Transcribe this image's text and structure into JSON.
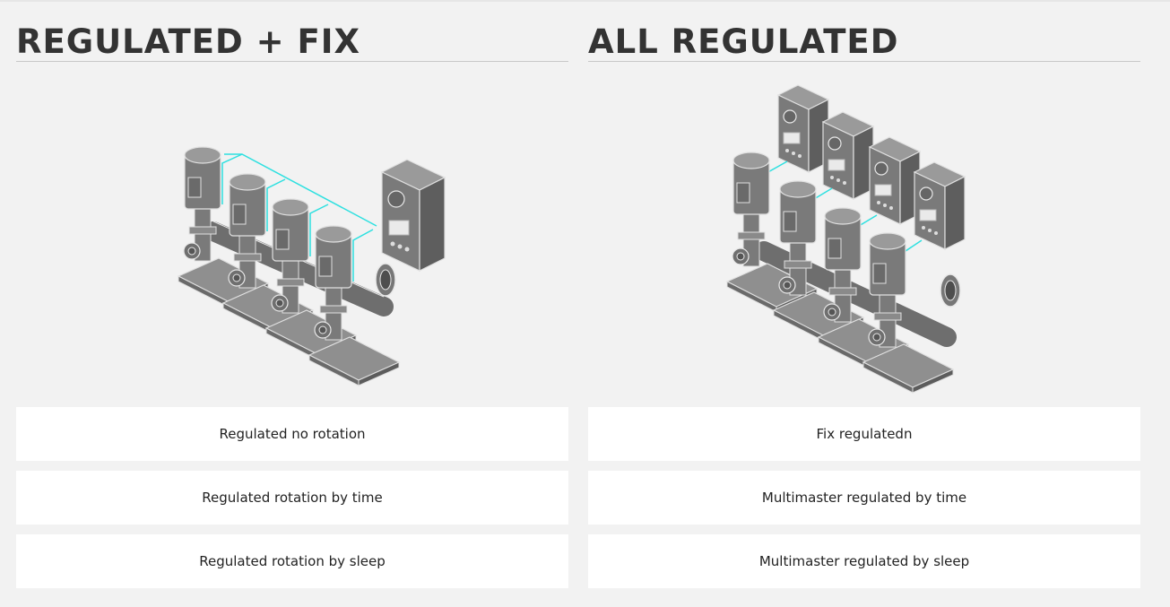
{
  "left": {
    "title": "REGULATED + FIX",
    "options": [
      "Regulated no rotation",
      "Regulated rotation by time",
      "Regulated rotation by sleep"
    ]
  },
  "right": {
    "title": "ALL REGULATED",
    "options": [
      "Fix regulatedn",
      "Multimaster regulated by time",
      "Multimaster regulated by sleep"
    ]
  },
  "colors": {
    "background": "#f2f2f2",
    "title": "#333333",
    "pump_body": "#7a7a7a",
    "pump_top": "#959595",
    "cable": "#2de0e0",
    "option_bg": "#ffffff"
  }
}
